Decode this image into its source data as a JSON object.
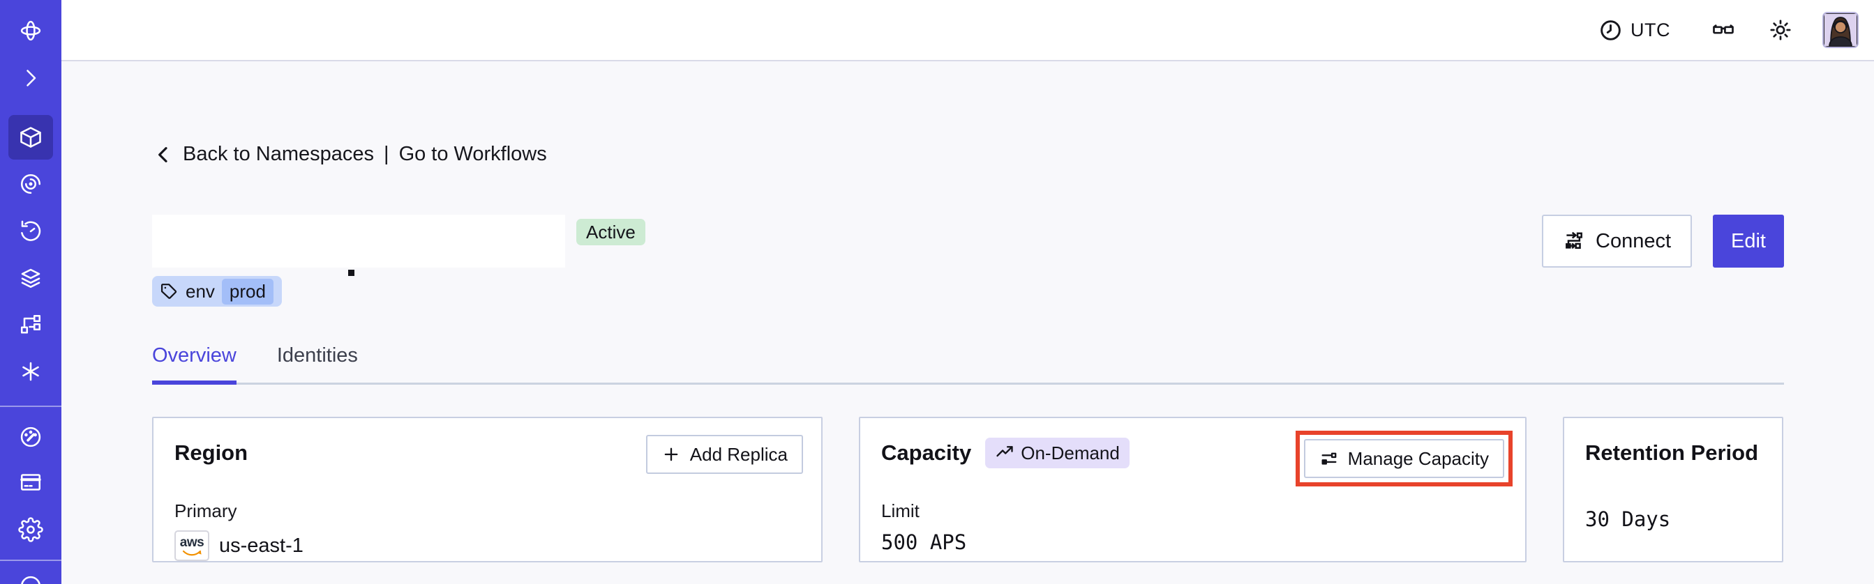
{
  "topbar": {
    "timezone_label": "UTC",
    "icons": [
      "clock-icon",
      "glasses-icon",
      "sun-icon",
      "user-avatar"
    ]
  },
  "sidebar": {
    "icons": [
      "temporal-logo",
      "chevron-right",
      "namespaces-cube",
      "workflows-spiral",
      "schedules-clock",
      "stacks-layers",
      "deployments-branch",
      "nexus-asterisk",
      "usage-gauge",
      "billing-card",
      "settings-gear",
      "support-circle"
    ]
  },
  "breadcrumb": {
    "back_label": "Back to Namespaces",
    "separator": "|",
    "workflows_label": "Go to Workflows"
  },
  "namespace_header": {
    "status_badge": "Active",
    "tag_key": "env",
    "tag_value": "prod"
  },
  "actions": {
    "connect_label": "Connect",
    "edit_label": "Edit"
  },
  "tabs": {
    "overview": "Overview",
    "identities": "Identities"
  },
  "cards": {
    "region": {
      "title": "Region",
      "action_label": "Add Replica",
      "field_label": "Primary",
      "provider": "aws",
      "value": "us-east-1"
    },
    "capacity": {
      "title": "Capacity",
      "badge_label": "On-Demand",
      "action_label": "Manage Capacity",
      "field_label": "Limit",
      "value": "500 APS"
    },
    "retention": {
      "title": "Retention Period",
      "value": "30 Days"
    }
  },
  "colors": {
    "sidebar": "#4A45DB",
    "accent": "#4A45DB",
    "status_active_bg": "#CDEBD3",
    "tag_bg": "#C7D7FA",
    "tag_chip_bg": "#A3BEF8",
    "on_demand_bg": "#E4DEFA",
    "annotation_highlight": "#E8432B",
    "content_bg": "#F8F8FB",
    "card_border": "#C8CFE2"
  }
}
